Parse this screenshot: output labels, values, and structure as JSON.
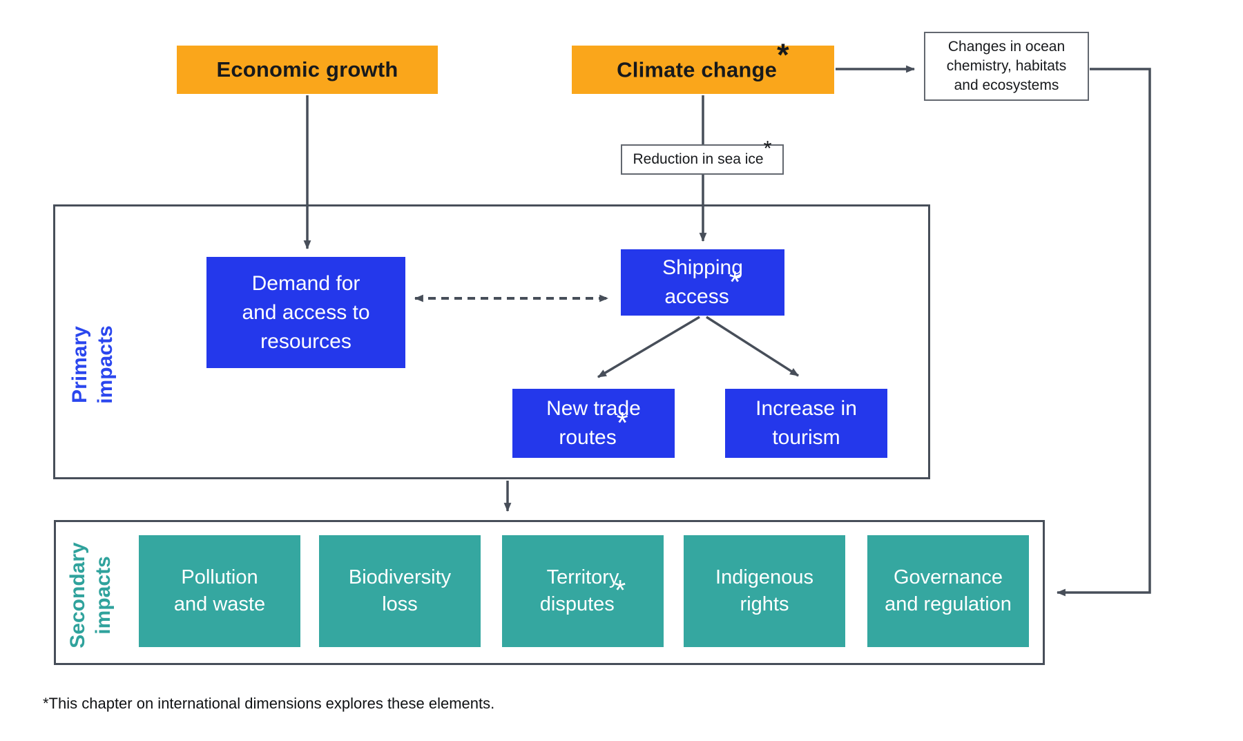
{
  "title": "Primary and secondary impacts of economic growth and climate change",
  "colors": {
    "orange": "#FAA61B",
    "blue": "#2438EB",
    "teal": "#35A7A0",
    "line": "#474E59",
    "primary_label_blue": "#2A46EE",
    "secondary_label_teal": "#2FA29C"
  },
  "top": {
    "economic_growth": {
      "label": "Economic growth",
      "asterisk": ""
    },
    "climate_change": {
      "label": "Climate change",
      "asterisk": "*"
    },
    "ocean_changes": {
      "label": "Changes in ocean\nchemistry, habitats\nand ecosystems",
      "asterisk": ""
    },
    "sea_ice": {
      "label": "Reduction in sea ice",
      "asterisk": "*"
    }
  },
  "primary": {
    "section_label": "Primary\nimpacts",
    "boxes": [
      {
        "label": "Demand for\nand access to\nresources",
        "asterisk": ""
      },
      {
        "label": "Shipping\naccess",
        "asterisk": "*"
      },
      {
        "label": "New trade\nroutes",
        "asterisk": "*"
      },
      {
        "label": "Increase in\ntourism",
        "asterisk": ""
      }
    ]
  },
  "secondary": {
    "section_label": "Secondary\nimpacts",
    "boxes": [
      {
        "label": "Pollution\nand waste",
        "asterisk": ""
      },
      {
        "label": "Biodiversity\nloss",
        "asterisk": ""
      },
      {
        "label": "Territory\ndisputes",
        "asterisk": "*"
      },
      {
        "label": "Indigenous\nrights",
        "asterisk": ""
      },
      {
        "label": "Governance\nand regulation",
        "asterisk": ""
      }
    ]
  },
  "footnote": "*This chapter on international dimensions explores these elements."
}
